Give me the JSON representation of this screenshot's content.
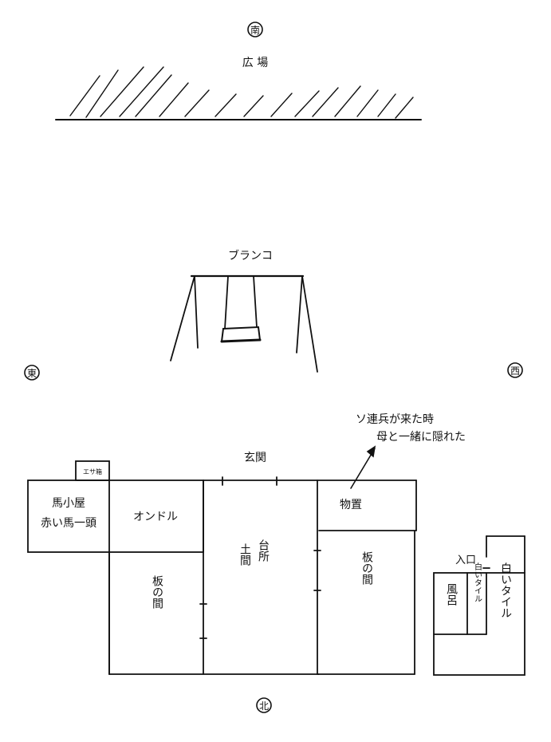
{
  "compass": {
    "south": "南",
    "north": "北",
    "east": "東",
    "west": "西"
  },
  "plaza_label": "広 場",
  "swing_label": "ブランコ",
  "entrance_label": "玄関",
  "annotation": {
    "line1": "ソ連兵が来た時",
    "line2": "母と一緒に隠れた"
  },
  "rooms": {
    "feed_box": "エサ箱",
    "stable_line1": "馬小屋",
    "stable_line2": "赤い馬一頭",
    "ondol": "オンドル",
    "wood_room_left": "板の間",
    "doma": "土間",
    "kitchen": "台所",
    "storage": "物置",
    "wood_room_right": "板の間"
  },
  "bath": {
    "entrance": "入口",
    "bath_room": "風呂",
    "white_tile_inner": "白いタイル",
    "white_tile_outer": "白いタイル"
  },
  "colors": {
    "ink": "#111111",
    "paper": "#ffffff"
  }
}
